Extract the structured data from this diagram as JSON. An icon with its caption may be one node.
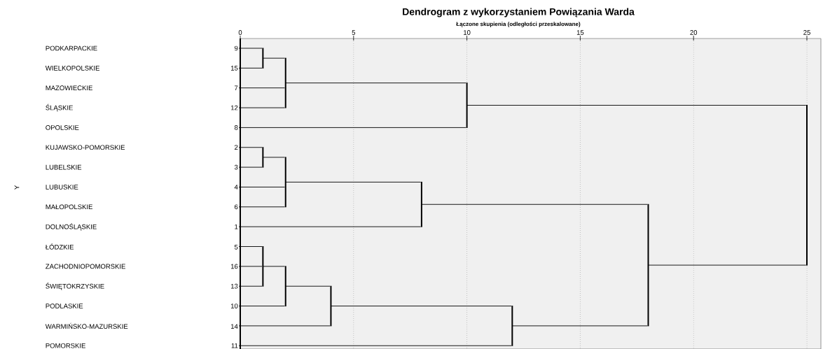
{
  "diagram": {
    "title": "Dendrogram z wykorzystaniem Powiązania Warda",
    "nodes": [
      {
        "text": [
          "PODKARPACKIE",
          "9"
        ]
      },
      {
        "text": [
          "WIELKOPOLSKIE",
          "15"
        ]
      },
      {
        "text": [
          "MAZOWIECKIE",
          "7"
        ]
      },
      {
        "text": [
          "ŚLĄSKIE",
          "12"
        ]
      },
      {
        "text": [
          "OPOLSKIE",
          "8"
        ]
      },
      {
        "text": [
          "KUJAWSKO-POMORSKIE",
          "2"
        ]
      },
      {
        "text": [
          "LUBELSKIE",
          "3"
        ]
      },
      {
        "text": [
          "LUBUSKIE",
          "4"
        ]
      },
      {
        "text": [
          "MAŁOPOLSKIE",
          "6"
        ]
      },
      {
        "text": [
          "DOLNOŚLĄSKIE",
          "1"
        ]
      },
      {
        "text": [
          "ŁÓDZKIE",
          "5"
        ]
      },
      {
        "text": [
          "ZACHODNIOPOMORSKIE",
          "16"
        ]
      },
      {
        "text": [
          "ŚWIĘTOKRZYSKIE",
          "13"
        ]
      },
      {
        "text": [
          "PODLASKIE",
          "10"
        ]
      },
      {
        "text": [
          "WARMIŃSKO-MAZURSKIE",
          "14"
        ]
      },
      {
        "text": [
          "POMORSKIE",
          "11"
        ]
      },
      {
        "text": [],
        "shape": "bar"
      },
      {
        "text": [],
        "shape": "bar"
      },
      {
        "text": [],
        "shape": "bar"
      },
      {
        "text": [],
        "shape": "bar"
      },
      {
        "text": [],
        "shape": "bar"
      },
      {
        "text": [],
        "shape": "bar"
      },
      {
        "text": [],
        "shape": "bar"
      },
      {
        "text": [],
        "shape": "bar"
      },
      {
        "text": [],
        "shape": "bar"
      },
      {
        "text": [],
        "shape": "bar"
      },
      {
        "text": [],
        "shape": "bar"
      },
      {
        "text": [],
        "shape": "bar"
      }
    ],
    "edges": [
      {
        "from": 0,
        "to": 16,
        "arrow": "none"
      },
      {
        "from": 1,
        "to": 16,
        "arrow": "none"
      },
      {
        "from": 16,
        "to": 17,
        "arrow": "none"
      },
      {
        "from": 2,
        "to": 17,
        "arrow": "none"
      },
      {
        "from": 3,
        "to": 17,
        "arrow": "none"
      },
      {
        "from": 17,
        "to": 18,
        "arrow": "none"
      },
      {
        "from": 4,
        "to": 18,
        "arrow": "none"
      },
      {
        "from": 5,
        "to": 19,
        "arrow": "none"
      },
      {
        "from": 6,
        "to": 19,
        "arrow": "none"
      },
      {
        "from": 19,
        "to": 20,
        "arrow": "none"
      },
      {
        "from": 7,
        "to": 20,
        "arrow": "none"
      },
      {
        "from": 8,
        "to": 20,
        "arrow": "none"
      },
      {
        "from": 20,
        "to": 21,
        "arrow": "none"
      },
      {
        "from": 9,
        "to": 21,
        "arrow": "none"
      },
      {
        "from": 10,
        "to": 22,
        "arrow": "none"
      },
      {
        "from": 11,
        "to": 22,
        "arrow": "none"
      },
      {
        "from": 12,
        "to": 22,
        "arrow": "none"
      },
      {
        "from": 22,
        "to": 23,
        "arrow": "none"
      },
      {
        "from": 13,
        "to": 23,
        "arrow": "none"
      },
      {
        "from": 23,
        "to": 24,
        "arrow": "none"
      },
      {
        "from": 14,
        "to": 24,
        "arrow": "none"
      },
      {
        "from": 24,
        "to": 25,
        "arrow": "none"
      },
      {
        "from": 15,
        "to": 25,
        "arrow": "none"
      },
      {
        "from": 21,
        "to": 26,
        "arrow": "none"
      },
      {
        "from": 25,
        "to": 26,
        "arrow": "none"
      },
      {
        "from": 18,
        "to": 27,
        "arrow": "none"
      },
      {
        "from": 26,
        "to": 27,
        "arrow": "none"
      }
    ],
    "labels": [
      "Łączone skupienia (odległości przeskalowane)",
      "0",
      "5",
      "10",
      "15",
      "20",
      "25",
      "Y"
    ]
  }
}
